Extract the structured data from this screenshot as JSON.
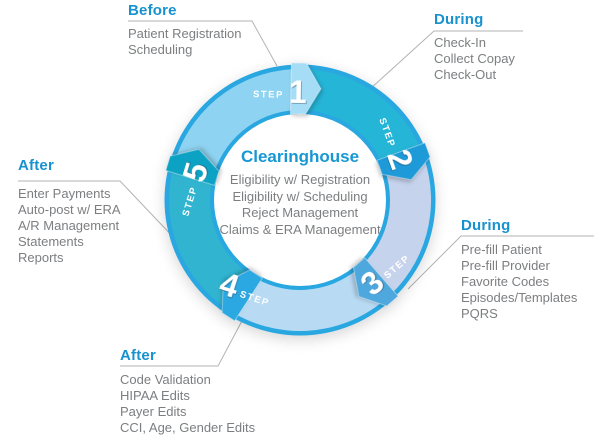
{
  "center": {
    "title": "Clearinghouse",
    "items": [
      "Eligibility w/ Registration",
      "Eligibility w/ Scheduling",
      "Reject Management",
      "Claims & ERA Management"
    ]
  },
  "steps": [
    {
      "word": "STEP",
      "number": "1"
    },
    {
      "word": "STEP",
      "number": "2"
    },
    {
      "word": "STEP",
      "number": "3"
    },
    {
      "word": "STEP",
      "number": "4"
    },
    {
      "word": "STEP",
      "number": "5"
    }
  ],
  "labels": {
    "before_top": {
      "heading": "Before",
      "items": [
        "Patient Registration",
        "Scheduling"
      ]
    },
    "during_top": {
      "heading": "During",
      "items": [
        "Check-In",
        "Collect Copay",
        "Check-Out"
      ]
    },
    "during_right": {
      "heading": "During",
      "items": [
        "Pre-fill Patient",
        "Pre-fill Provider",
        "Favorite Codes",
        "Episodes/Templates",
        "PQRS"
      ]
    },
    "after_bottom": {
      "heading": "After",
      "items": [
        "Code Validation",
        "HIPAA Edits",
        "Payer Edits",
        "CCI, Age, Gender Edits"
      ]
    },
    "after_left": {
      "heading": "After",
      "items": [
        "Enter Payments",
        "Auto-post w/ ERA",
        "A/R Management",
        "Statements",
        "Reports"
      ]
    }
  },
  "colors": {
    "heading_blue": "#1792ce",
    "center_title_blue": "#1798d3",
    "body_gray": "#7c7e80",
    "connector_gray": "#b3b3b3",
    "ring_rim": "#29a7e0",
    "center_bg": "#ffffff",
    "segment_5_to_1": "#8ed3f1",
    "segment_1_to_2": "#25b5d7",
    "segment_2_to_3": "#c6d3ec",
    "segment_3_to_4": "#b8daf3",
    "segment_4_to_5": "#30b4d0",
    "chevron_step1": "#a5dcf6",
    "chevron_step2": "#1f9ad8",
    "chevron_step3": "#4fa8dd",
    "chevron_step4": "#2ba7e1",
    "chevron_step5": "#0ca2c4",
    "step_text": "#ffffff"
  }
}
